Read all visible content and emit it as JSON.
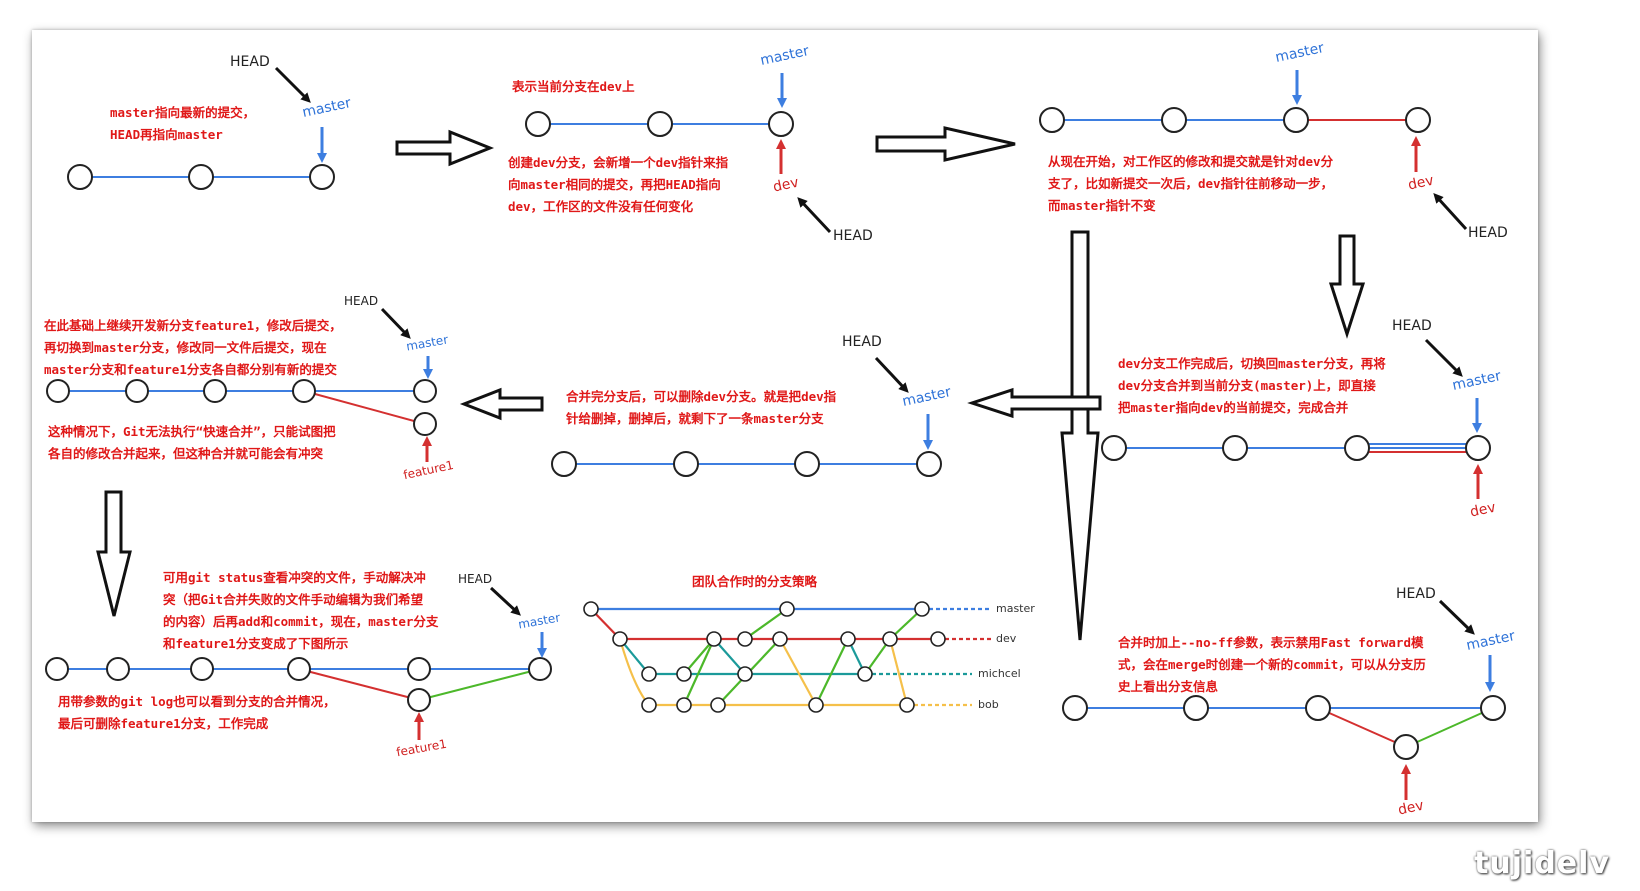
{
  "labels": {
    "head": "HEAD",
    "master": "master",
    "dev": "dev",
    "feature1": "feature1"
  },
  "notes": {
    "panel1": "master指向最新的提交，\nHEAD再指向master",
    "panel2_top": "表示当前分支在dev上",
    "panel2": "创建dev分支，会新增一个dev指针来指\n向master相同的提交，再把HEAD指向\ndev，工作区的文件没有任何变化",
    "panel3": "从现在开始，对工作区的修改和提交就是针对dev分\n支了，比如新提交一次后，dev指针往前移动一步，\n而master指针不变",
    "panel4": "dev分支工作完成后，切换回master分支，再将\ndev分支合并到当前分支(master)上，即直接\n把master指向dev的当前提交，完成合并",
    "panel5": "合并完分支后，可以删除dev分支。就是把dev指\n针给删掉，删掉后，就剩下了一条master分支",
    "panel6_top": "在此基础上继续开发新分支feature1，修改后提交，\n再切换到master分支，修改同一文件后提交，现在\nmaster分支和feature1分支各自都分别有新的提交",
    "panel6_bottom": "这种情况下，Git无法执行“快速合并”，只能试图把\n各自的修改合并起来，但这种合并就可能会有冲突",
    "panel7_top": "可用git status查看冲突的文件，手动解决冲\n突（把Git合并失败的文件手动编辑为我们希望\n的内容）后再add和commit，现在，master分支\n和feature1分支变成了下图所示",
    "panel7_bottom": "用带参数的git log也可以看到分支的合并情况，\n最后可删除feature1分支，工作完成",
    "panel8": "合并时加上--no-ff参数，表示禁用Fast forward模\n式，会在merge时创建一个新的commit，可以从分支历\n史上看出分支信息"
  },
  "team": {
    "title": "团队合作时的分支策略",
    "lanes": [
      "master",
      "dev",
      "michcel",
      "bob"
    ]
  },
  "colors": {
    "blue": "#3d7ee0",
    "red": "#d43030",
    "green": "#4cb82a",
    "teal": "#1b9a9a",
    "yellow": "#f5c04a",
    "note": "#e01818"
  },
  "watermark": "tujidelv"
}
